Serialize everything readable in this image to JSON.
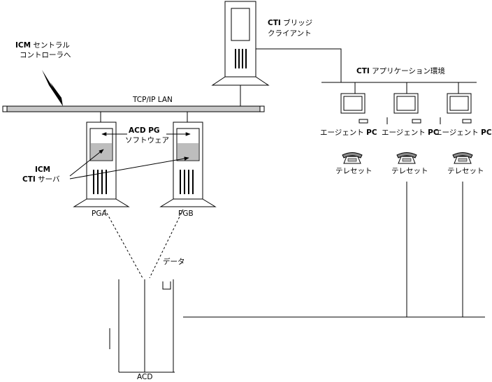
{
  "labels": {
    "icm_controller": [
      "ICM",
      "セントラル",
      "コントローラへ"
    ],
    "cti_bridge_client": [
      "CTI",
      "ブリッジ",
      "クライアント"
    ],
    "cti_app_env": [
      "CTI",
      "アプリケーション環境"
    ],
    "lan": "TCP/IP LAN",
    "acd_pg": [
      "ACD PG",
      "ソフトウェア"
    ],
    "icm_cti_server": [
      "ICM",
      "CTI",
      "サーバ"
    ],
    "pga": "PGA",
    "pgb": "PGB",
    "data": "データ",
    "acd": "ACD"
  },
  "agents": [
    {
      "pc_word": "エージェント",
      "pc_tag": "PC",
      "phone_label": "テレセット"
    },
    {
      "pc_word": "エージェント",
      "pc_tag": "PC",
      "phone_label": "テレセット"
    },
    {
      "pc_word": "エージェント",
      "pc_tag": "PC",
      "phone_label": "テレセット"
    }
  ]
}
